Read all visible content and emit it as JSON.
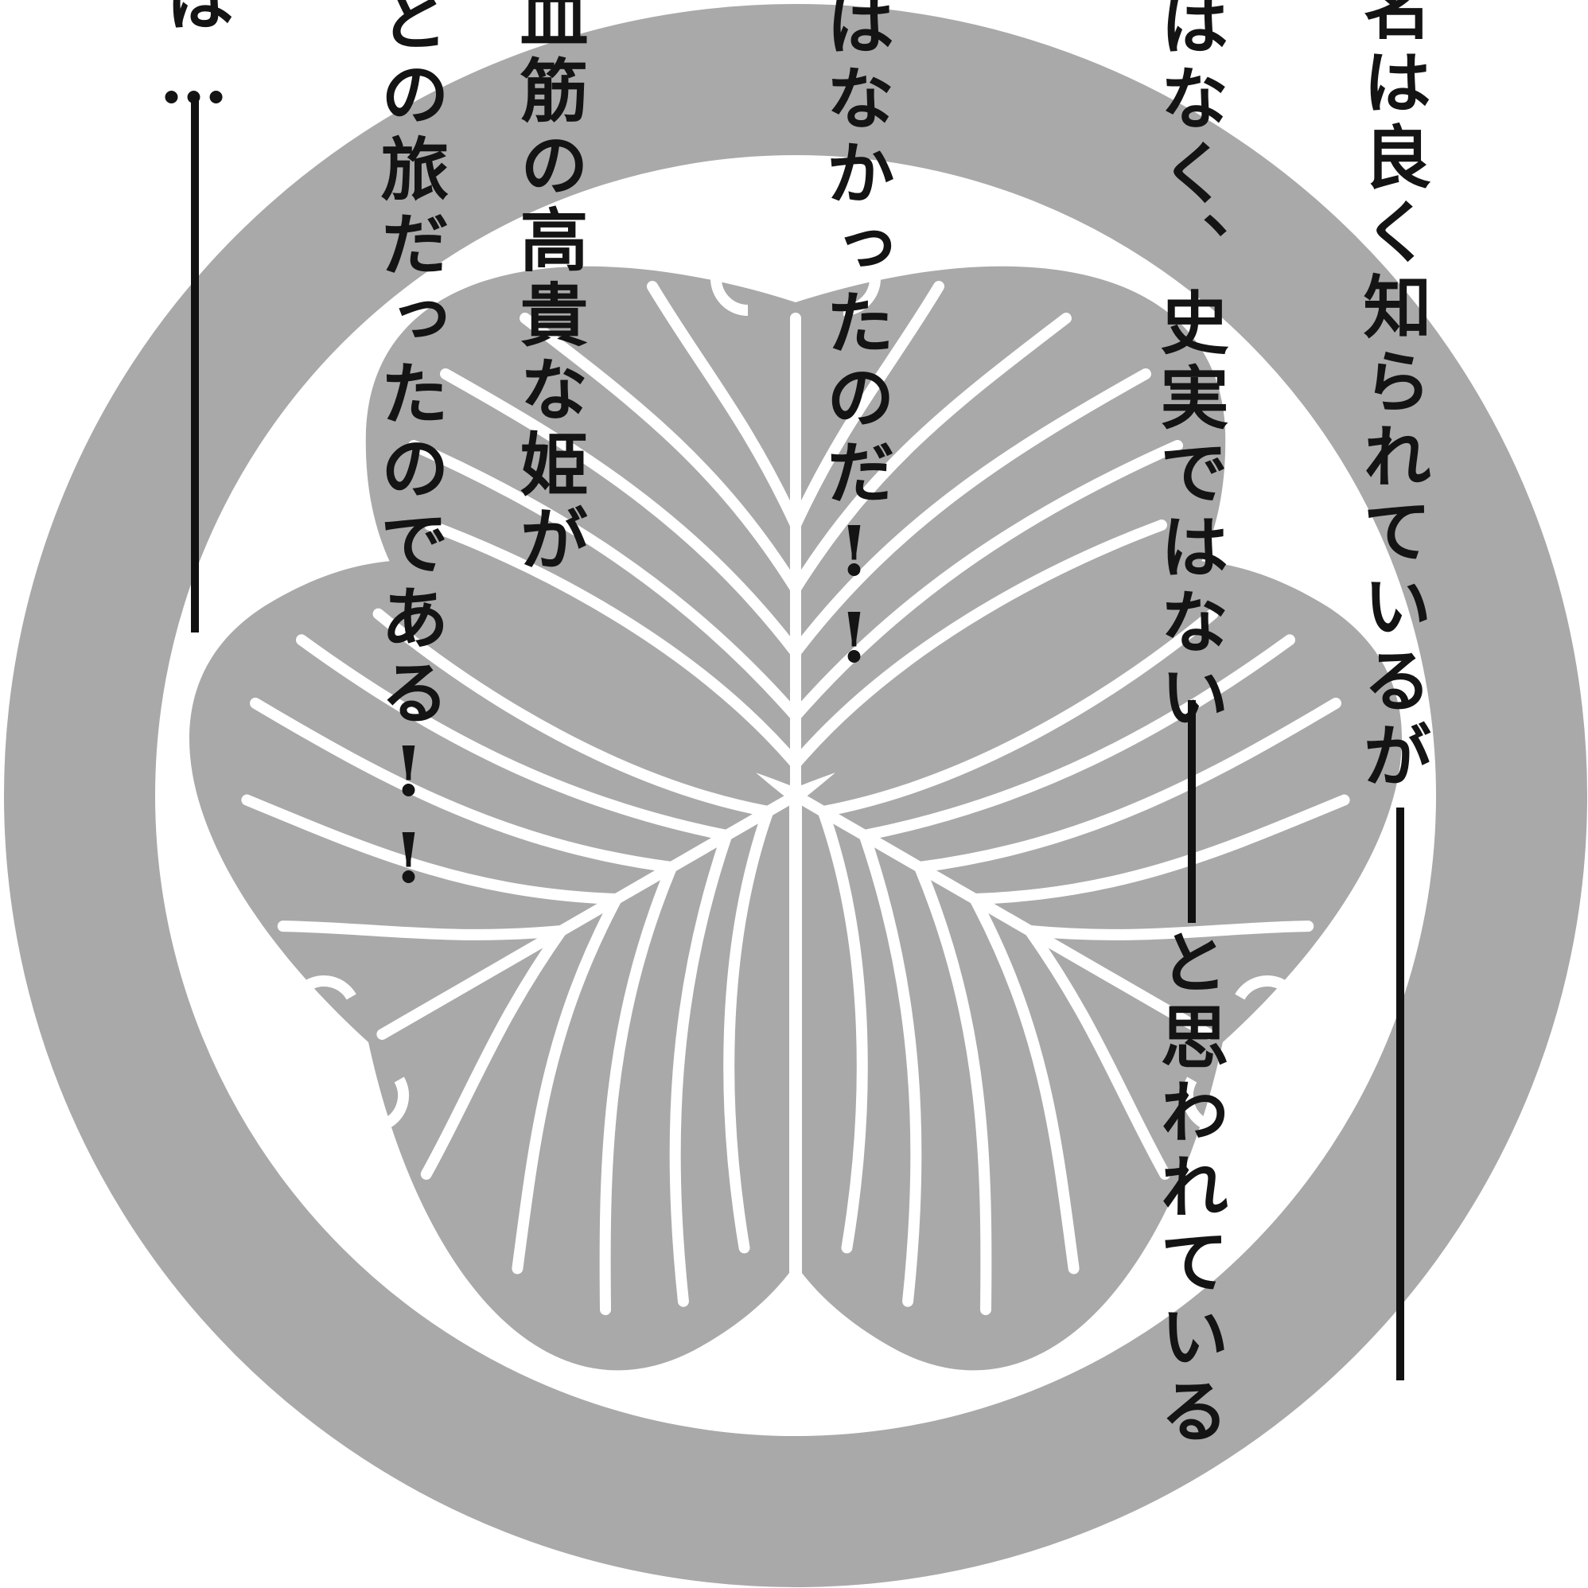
{
  "page": {
    "background": "#ffffff",
    "ink_color": "#141414",
    "crest_color": "#a9a9a9",
    "crest_lines_color": "#ffffff",
    "crest_icon": "mitsuba-aoi-crest-icon"
  },
  "narration": {
    "columns": [
      {
        "text": "名は良く知られているが"
      },
      {
        "text": "はなく、史実ではない"
      },
      {
        "text": "と思われている"
      },
      {
        "text": "はなかったのだ!!"
      },
      {
        "text": "血筋の高貴な姫が"
      },
      {
        "text": "との旅だったのである!!"
      },
      {
        "text": "は…"
      }
    ]
  }
}
